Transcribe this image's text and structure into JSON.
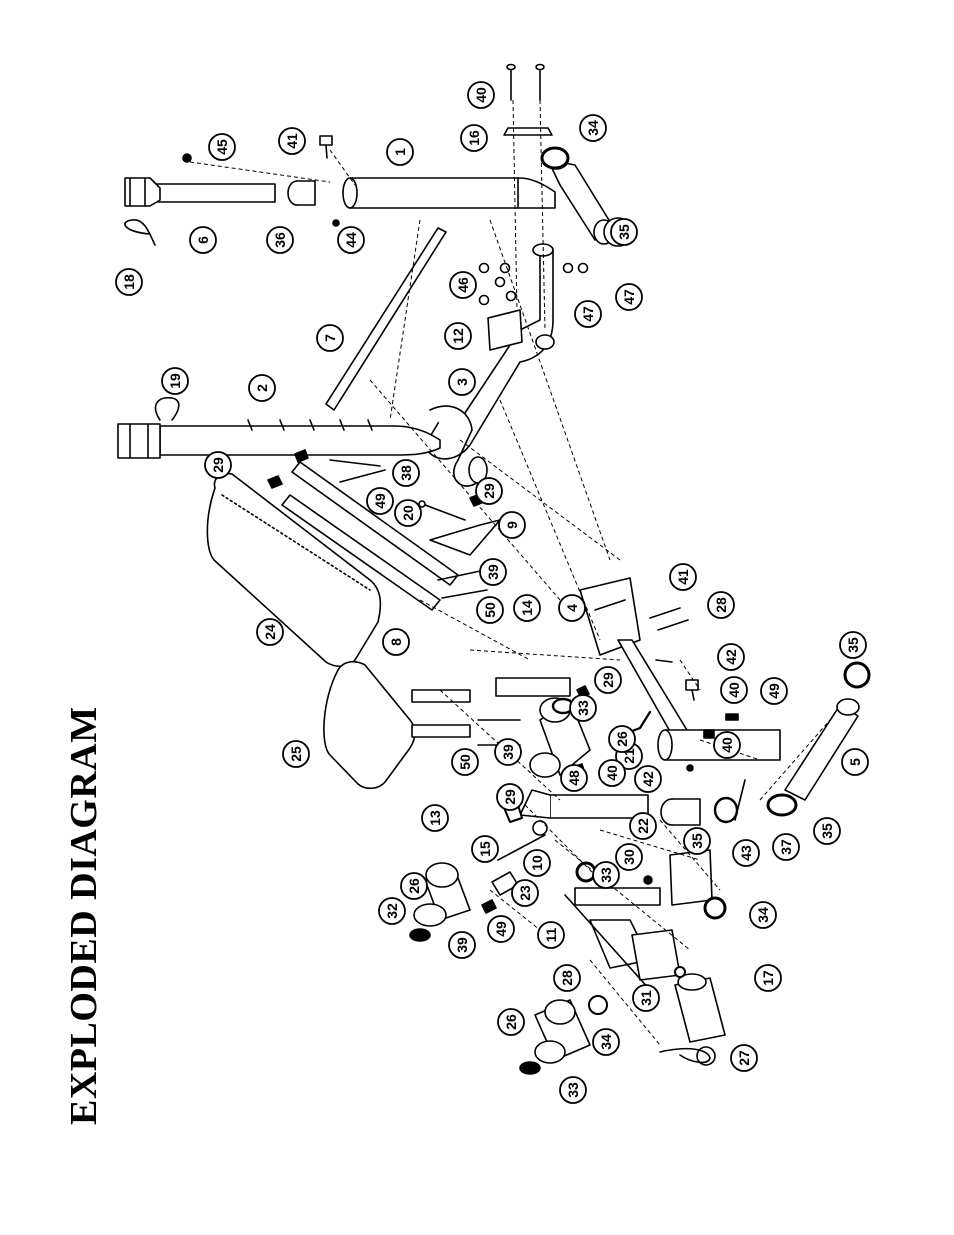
{
  "title": "EXPLODED DIAGRAM",
  "colors": {
    "ink": "#000000",
    "paper": "#ffffff",
    "pad": "#d9d9d9"
  },
  "callouts": [
    "1",
    "2",
    "3",
    "4",
    "5",
    "6",
    "7",
    "8",
    "9",
    "10",
    "11",
    "12",
    "13",
    "14",
    "15",
    "16",
    "17",
    "18",
    "19",
    "20",
    "21",
    "22",
    "23",
    "24",
    "25",
    "26",
    "26",
    "26",
    "27",
    "28",
    "28",
    "29",
    "29",
    "29",
    "29",
    "30",
    "31",
    "32",
    "33",
    "33",
    "33",
    "34",
    "34",
    "34",
    "35",
    "35",
    "35",
    "35",
    "36",
    "37",
    "38",
    "39",
    "39",
    "39",
    "40",
    "40",
    "40",
    "40",
    "41",
    "41",
    "42",
    "42",
    "43",
    "44",
    "45",
    "46",
    "47",
    "47",
    "48",
    "49",
    "49",
    "49",
    "50",
    "50",
    "50"
  ]
}
